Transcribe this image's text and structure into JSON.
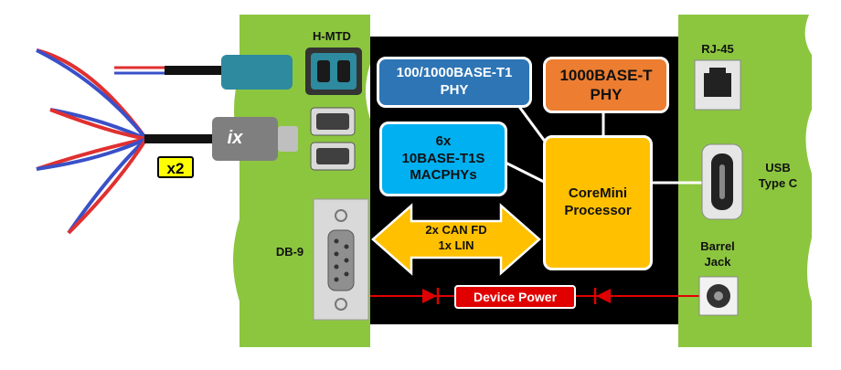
{
  "labels": {
    "hmtd": "H-MTD",
    "db9": "DB-9",
    "rj45": "RJ-45",
    "usb_line1": "USB",
    "usb_line2": "Type C",
    "barrel_line1": "Barrel",
    "barrel_line2": "Jack",
    "multiplier": "x2",
    "ix_logo": "ix"
  },
  "blocks": {
    "phy_t1_line1": "100/1000BASE-T1",
    "phy_t1_line2": "PHY",
    "phy_t_line1": "1000BASE-T",
    "phy_t_line2": "PHY",
    "macphy_line1": "6x",
    "macphy_line2": "10BASE-T1S",
    "macphy_line3": "MACPHYs",
    "processor_line1": "CoreMini",
    "processor_line2": "Processor"
  },
  "arrows": {
    "can_line1": "2x CAN FD",
    "can_line2": "1x LIN",
    "power": "Device Power"
  },
  "colors": {
    "enclosure_green": "#8cc63f",
    "board_black": "#000000",
    "phy_t1_blue": "#2e75b6",
    "phy_t_orange": "#ed7d31",
    "macphy_cyan": "#00b0f0",
    "processor_yellow": "#ffc000",
    "power_red": "#e00000",
    "multiplier_badge": "#ffff00",
    "hmtd_teal": "#2e8a9e",
    "wire_red": "#e03030",
    "wire_blue": "#3a50c8"
  },
  "icons": [
    "rj45-port-icon",
    "usb-c-port-icon",
    "barrel-jack-icon",
    "db9-connector-icon",
    "hmtd-connector-icon",
    "fakra-mini-connector-icon",
    "twisted-pair-cable-icon",
    "ix-adapter-icon"
  ]
}
